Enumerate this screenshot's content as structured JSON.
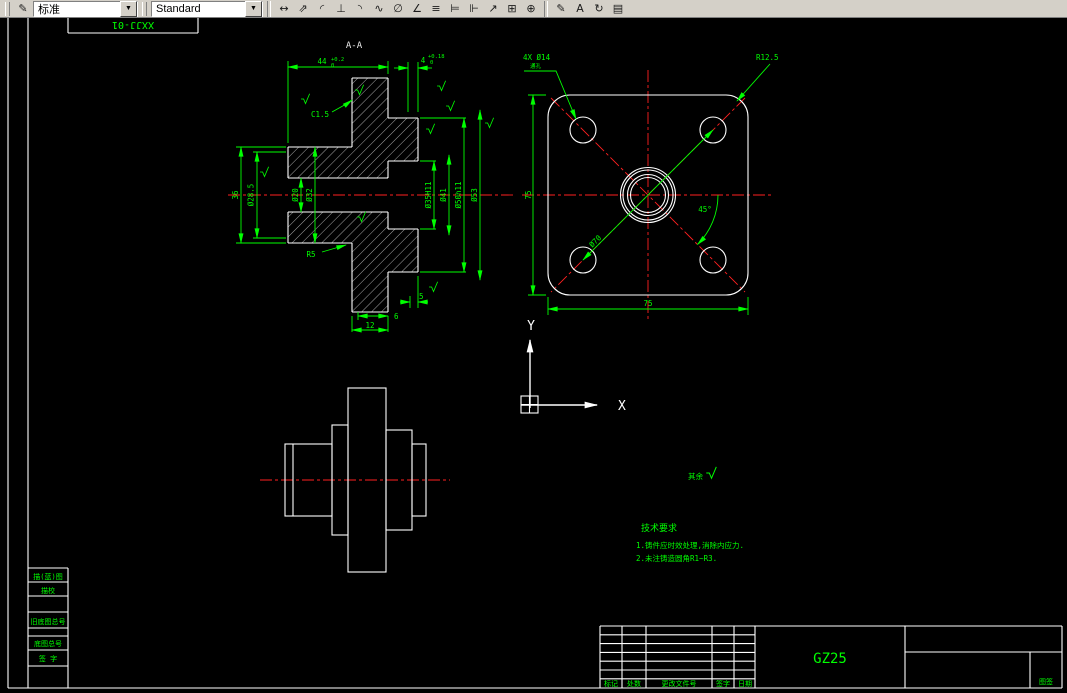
{
  "colors": {
    "background": "#000000",
    "toolbar": "#d4d0c8",
    "dimension_green": "#00ff00",
    "centerline_red": "#ff2020",
    "entity_white": "#ffffff"
  },
  "toolbar": {
    "dropdown_glyph": "▼",
    "style_combo": {
      "value": "标准"
    },
    "text_style_combo": {
      "value": "Standard"
    },
    "buttons": [
      {
        "name": "linear-dimension",
        "glyph": "↔"
      },
      {
        "name": "aligned-dimension",
        "glyph": "⇗"
      },
      {
        "name": "arc-length-dimension",
        "glyph": "◜"
      },
      {
        "name": "ordinate-dimension",
        "glyph": "⊥"
      },
      {
        "name": "radius-dimension",
        "glyph": "◝"
      },
      {
        "name": "jogged-dimension",
        "glyph": "∿"
      },
      {
        "name": "diameter-dimension",
        "glyph": "∅"
      },
      {
        "name": "angular-dimension",
        "glyph": "∠"
      },
      {
        "name": "quick-dimension",
        "glyph": "≡"
      },
      {
        "name": "baseline-dimension",
        "glyph": "⊨"
      },
      {
        "name": "continue-dimension",
        "glyph": "⊩"
      },
      {
        "name": "quick-leader",
        "glyph": "↗"
      },
      {
        "name": "tolerance",
        "glyph": "⊞"
      },
      {
        "name": "center-mark",
        "glyph": "⊕"
      },
      {
        "name": "dimension-edit",
        "glyph": "✎"
      },
      {
        "name": "dimension-text-edit",
        "glyph": "A"
      },
      {
        "name": "dimension-update",
        "glyph": "↻"
      },
      {
        "name": "dimension-style",
        "glyph": "▤"
      }
    ],
    "leading_icon_glyph": "✎"
  },
  "drawing": {
    "doc_number": "XXJJ-01",
    "section": {
      "label": "A-A",
      "len44": "44",
      "tol44_up": "+0.2",
      "tol44_dn": "0",
      "len4": "4",
      "tol4_up": "+0.18",
      "tol4_dn": "0",
      "chamfer": "C1.5",
      "h36": "36",
      "d285": "Ø28.5",
      "d20": "Ø20",
      "d32": "Ø32",
      "d35": "Ø35H11",
      "d41": "Ø41",
      "d50": "Ø50h11",
      "d53": "Ø53",
      "r5": "R5",
      "len5": "5",
      "len6": "6",
      "len12": "12"
    },
    "front": {
      "holes": "4X Ø14",
      "holes_note": "通孔",
      "corner": "R12.5",
      "width": "75",
      "height": "75",
      "bolt_circle": "Ø70",
      "angle": "45°"
    },
    "ucs": {
      "x_label": "X",
      "y_label": "Y"
    },
    "notes": {
      "other_surfaces": "其余",
      "heading": "技术要求",
      "line1": "1.铸件应时效处理,消除内应力.",
      "line2": "2.未注铸造圆角R1~R3."
    },
    "title_block": {
      "part_no": "GZ25",
      "labels": [
        "标记",
        "处数",
        "更改文件号",
        "签字",
        "日期"
      ],
      "corner_label": "图签"
    },
    "left_strip": [
      "描(蓝)图",
      "描校",
      "旧底图总号",
      "底图总号",
      "签 字"
    ]
  }
}
